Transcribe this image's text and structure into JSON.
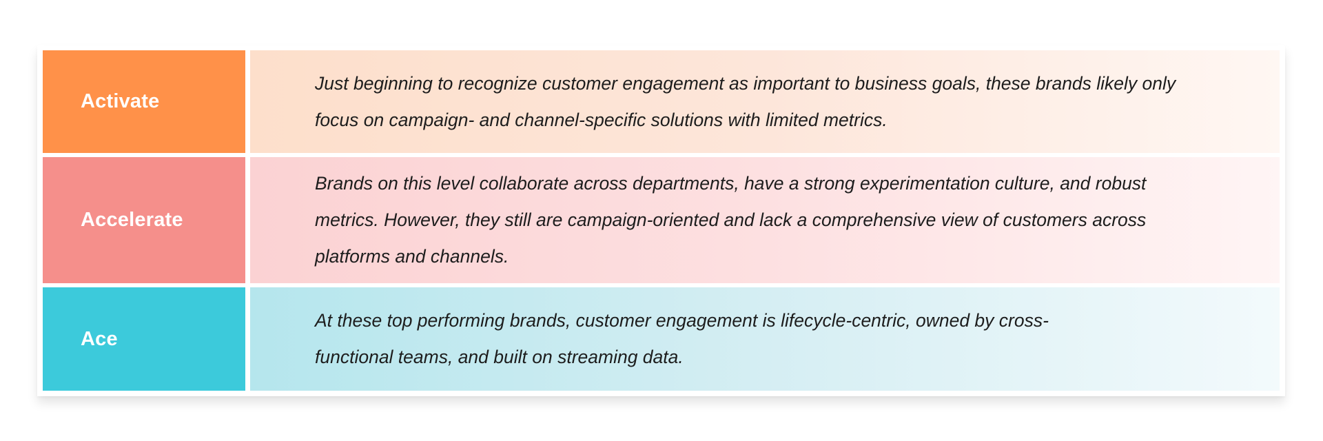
{
  "levels": [
    {
      "label": "Activate",
      "color": "#ff9149",
      "description": "Just beginning to recognize customer engagement as important to business goals, these brands likely only focus on campaign- and channel-specific solutions with limited metrics."
    },
    {
      "label": "Accelerate",
      "color": "#f58f8b",
      "description": "Brands on this level collaborate across departments, have a strong experimentation culture, and robust metrics. However, they still are campaign-oriented and lack a comprehensive view of customers across platforms and channels."
    },
    {
      "label": "Ace",
      "color": "#3ccadb",
      "description": "At these top performing brands, customer engagement is lifecycle-centric, owned by cross-functional teams, and built on streaming data."
    }
  ]
}
